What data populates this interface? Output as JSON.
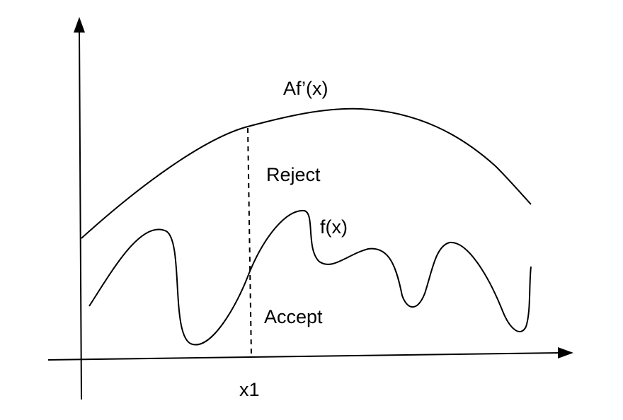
{
  "labels": {
    "envelope": "Af’(x)",
    "reject_region": "Reject",
    "target": "f(x)",
    "accept_region": "Accept",
    "sample_point": "x1"
  },
  "colors": {
    "stroke": "#000000",
    "background": "#ffffff"
  }
}
